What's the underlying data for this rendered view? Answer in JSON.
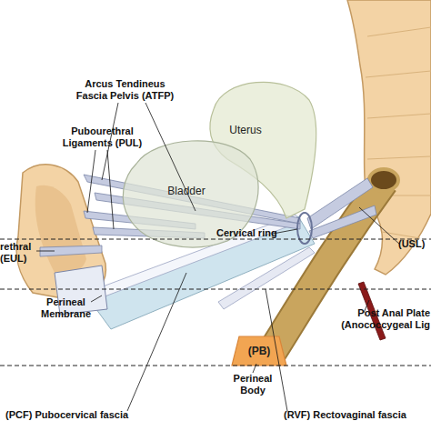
{
  "diagram": {
    "nodes": [
      {
        "text": [
          "Uterus"
        ]
      },
      {
        "text": [
          "Bladder"
        ]
      },
      {
        "text": [
          "(PB)"
        ]
      }
    ],
    "labels": [
      "Arcus Tendineus Fascia Pelvis (ATFP)",
      "Pubourethral Ligaments (PUL)",
      "Cervical ring",
      "(USL)",
      "rethral (EUL)",
      "Perineal Membrane",
      "Post Anal Plate (Anococcygeal Lig",
      "Perineal Body",
      "(PCF) Pubocervical fascia",
      "(RVF) Rectovaginal fascia"
    ]
  }
}
